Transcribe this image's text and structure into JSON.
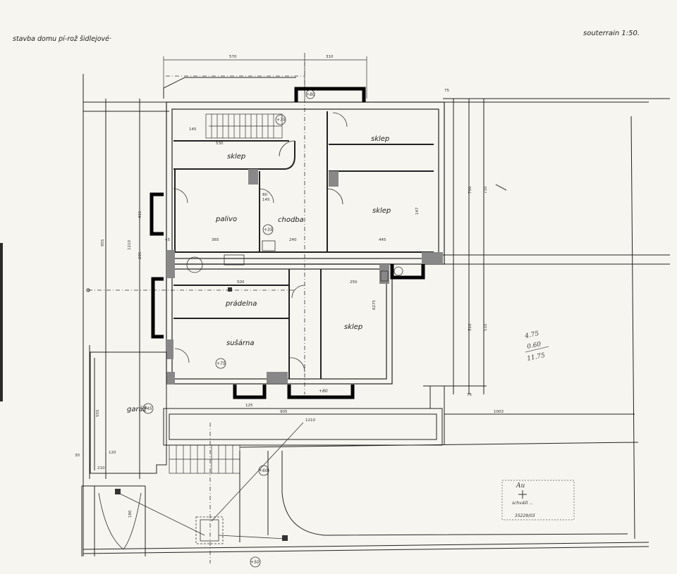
{
  "header": {
    "title": "stavba domu pí-rož šidlejové·",
    "scale": "souterrain 1:50."
  },
  "rooms": {
    "sklep_1": "sklep",
    "sklep_2": "sklep",
    "sklep_3": "sklep",
    "sklep_4": "sklep",
    "palivo": "palivo",
    "chodba": "chodba",
    "pradelna": "prádelna",
    "susarna": "sušárna",
    "garaz": "garáž"
  },
  "level_marks": {
    "garaz": "+45",
    "chodba": "+35",
    "stair": "+75",
    "susarna": "+75",
    "entrance": "+60",
    "bottom": "+50",
    "stamp_left": "+80",
    "stamp_right": "+80"
  },
  "dimensions": {
    "top_a": "570",
    "top_b": "310",
    "right_top": "75",
    "right_a": "710",
    "right_b": "700",
    "right_c": "510",
    "right_d": "510",
    "right_e": "75",
    "left_a": "955",
    "left_b": "1210",
    "left_c": "415",
    "left_d": "205",
    "left_e": "45",
    "palivo_w": "365",
    "chodba_w": "240",
    "sklep_w": "445",
    "pradelna_w": "500",
    "sklep_w2": "250",
    "stair_w": "530",
    "stair_run": "145",
    "garaz_len": "555",
    "sill_a": "125",
    "sill_b": "905",
    "sill_c": "1210",
    "sill_d": "1003",
    "door_80": "80",
    "door_145": "145",
    "room_147": "147",
    "room_625": "6275",
    "bottom_120": "120",
    "bottom_210": "210",
    "bottom_30": "30",
    "bottom_180": "180"
  },
  "pencil_calc": {
    "line1": "4.75",
    "line2": "0.60",
    "line3": "11.75"
  },
  "stamp": {
    "mark": "Au",
    "approved": "schválil ...",
    "number": "35229/03"
  }
}
